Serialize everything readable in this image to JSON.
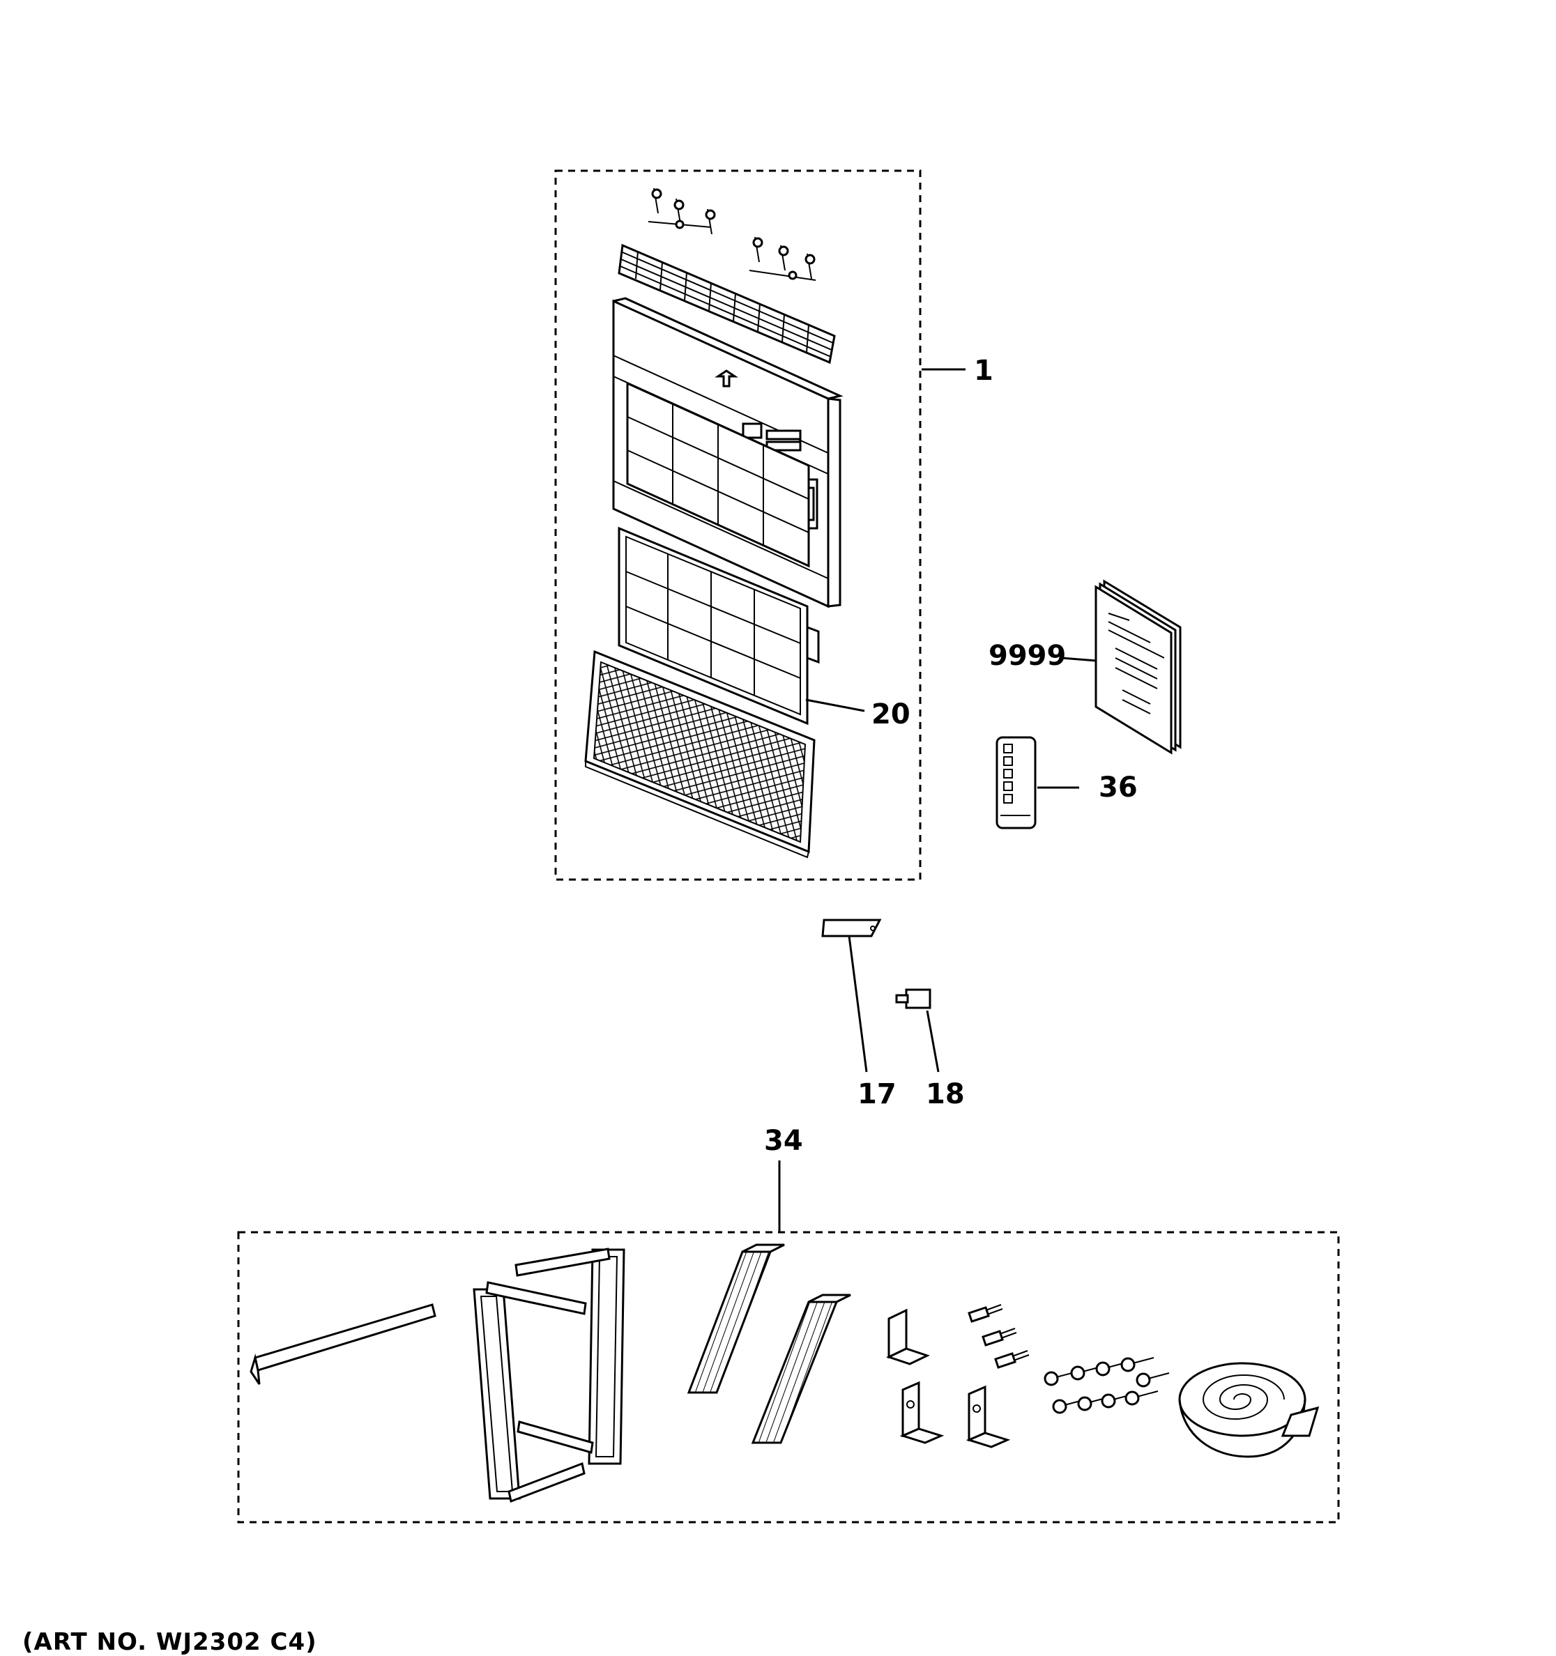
{
  "callouts": {
    "front_panel_assembly": "1",
    "air_filter": "20",
    "owners_manual": "9999",
    "remote_control": "36",
    "cover_part": "17",
    "small_part": "18",
    "installation_kit": "34"
  },
  "art_number": "(ART NO. WJ2302 C4)"
}
